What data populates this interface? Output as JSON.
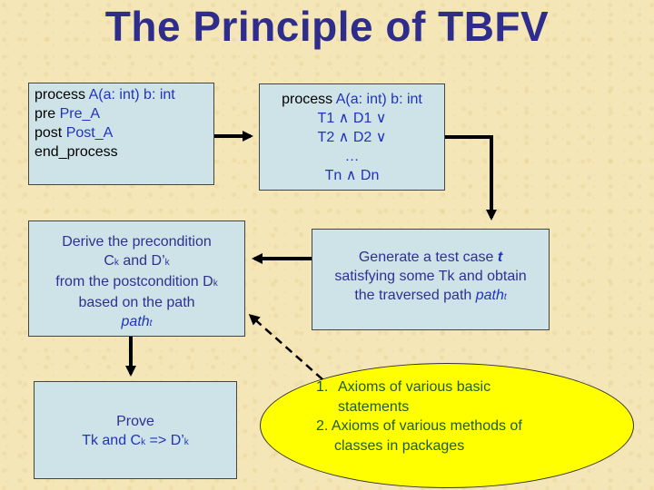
{
  "title": "The Principle of TBFV",
  "box_process": {
    "line1_kw": "process ",
    "line1_name": "A(a: int) b: int",
    "line2_kw": "pre ",
    "line2_val": "Pre_A",
    "line3_kw": "post ",
    "line3_val": "Post_A",
    "line4": "end_process"
  },
  "box_fsf": {
    "line1_kw": "process ",
    "line1_name": "A(a: int) b: int",
    "lines": [
      "T1 ∧ D1 ∨",
      "T2 ∧ D2 ∨",
      "…",
      "Tn ∧ Dn"
    ]
  },
  "box_derive": {
    "line1": "Derive the precondition",
    "line2_a": "C",
    "line2_sub1": "k",
    "line2_b": " and D’",
    "line2_sub2": "k",
    "line3_a": "from the postcondition D",
    "line3_sub": "k",
    "line4": "based on the path",
    "line5": "path",
    "line5_sub": "t"
  },
  "box_generate": {
    "line1_a": "Generate a test case ",
    "line1_t": "t",
    "line2": "satisfying some Tk and obtain",
    "line3_a": "the traversed path ",
    "line3_path": "path",
    "line3_sub": "t"
  },
  "box_prove": {
    "line1": "Prove",
    "line2_a": "Tk and C",
    "line2_sub1": "k",
    "line2_b": " => D’",
    "line2_sub2": "k"
  },
  "axioms": {
    "item1_num": "1.",
    "item1_a": "Axioms of various basic",
    "item1_b": "statements",
    "item2_num": "2.",
    "item2_a": "Axioms of various methods of",
    "item2_b": "classes in packages"
  }
}
